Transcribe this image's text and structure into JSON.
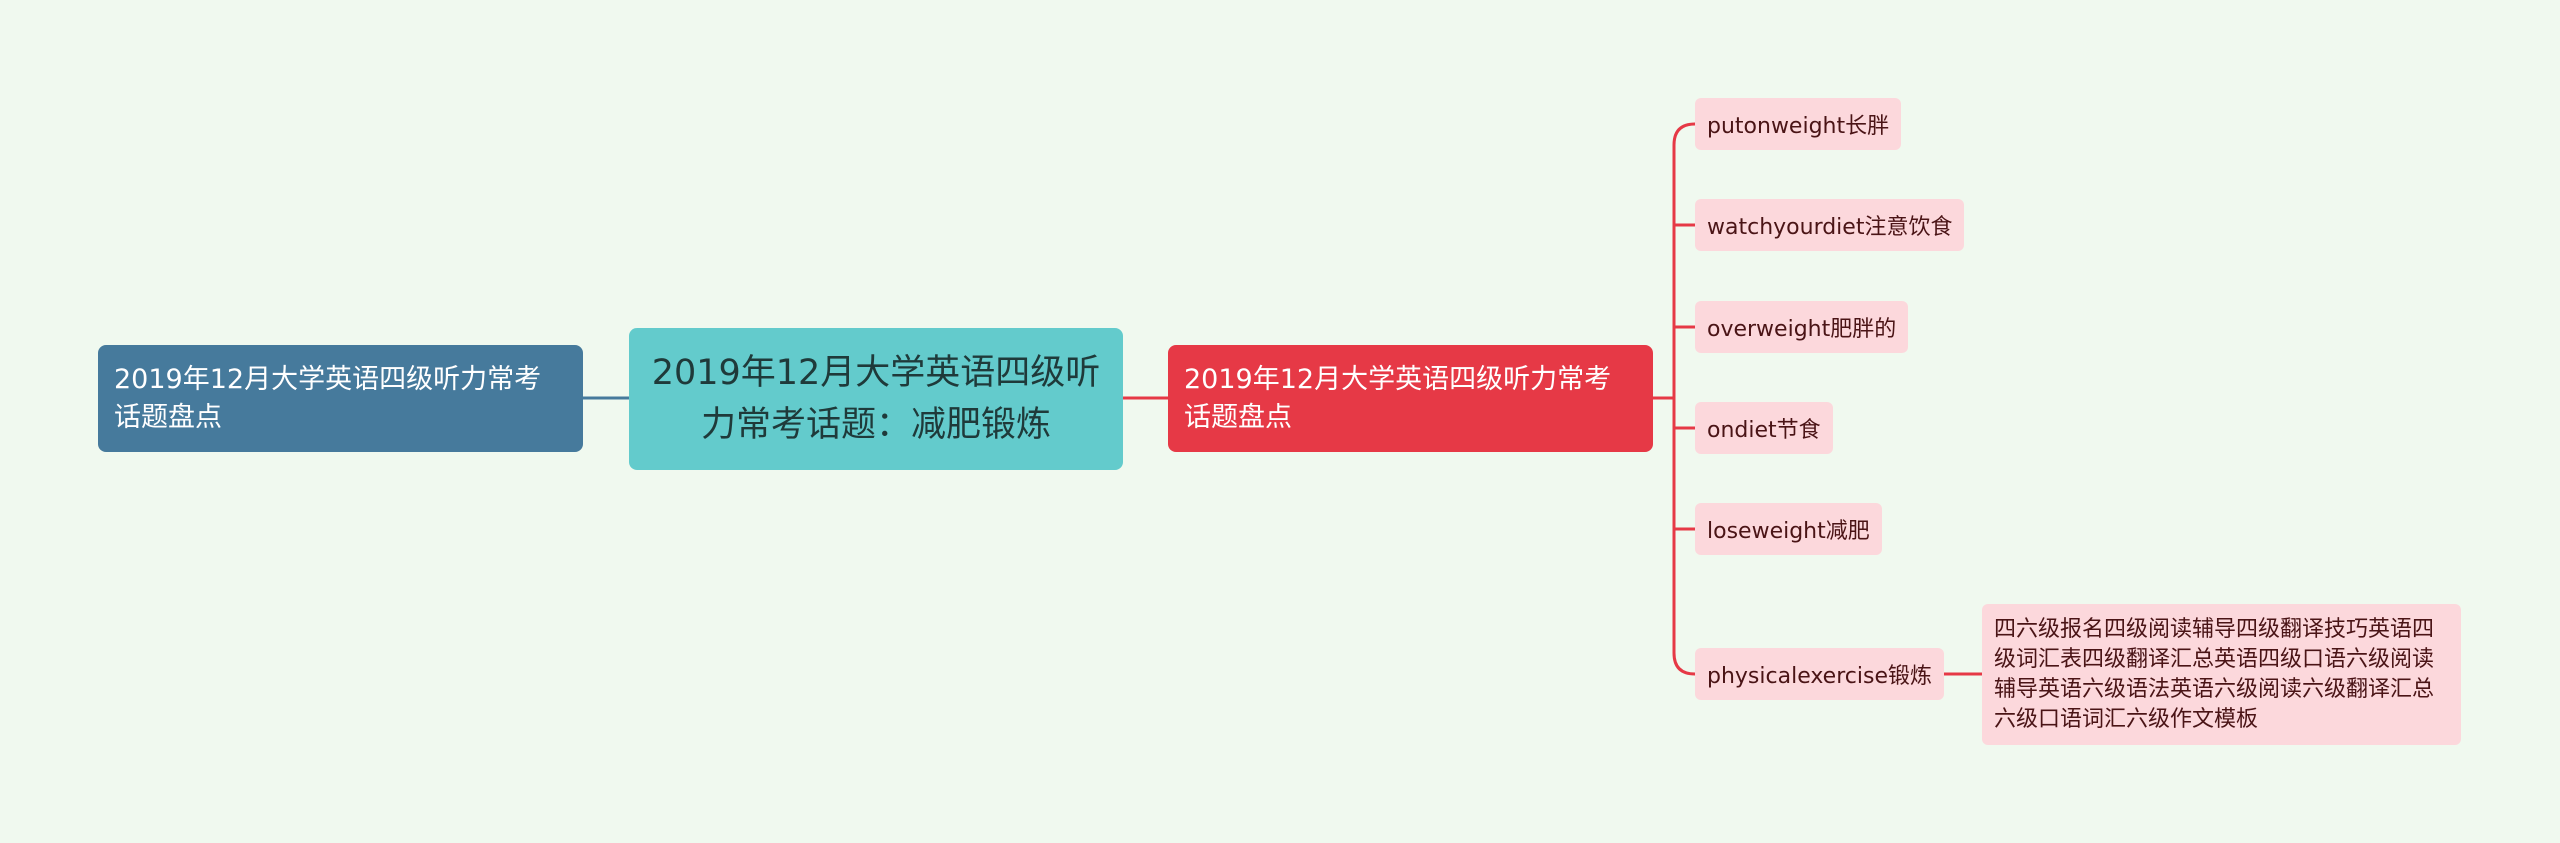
{
  "left_node": {
    "text": "2019年12月大学英语四级听力常考话题盘点"
  },
  "center_node": {
    "text": "2019年12月大学英语四级听力常考话题：减肥锻炼"
  },
  "right_node": {
    "text": "2019年12月大学英语四级听力常考话题盘点"
  },
  "leaves": [
    {
      "text": "putonweight长胖"
    },
    {
      "text": "watchyourdiet注意饮食"
    },
    {
      "text": "overweight肥胖的"
    },
    {
      "text": "ondiet节食"
    },
    {
      "text": "loseweight减肥"
    },
    {
      "text": "physicalexercise锻炼"
    }
  ],
  "detail_node": {
    "text": "四六级报名四级阅读辅导四级翻译技巧英语四级词汇表四级翻译汇总英语四级口语六级阅读辅导英语六级语法英语六级阅读六级翻译汇总六级口语词汇六级作文模板"
  },
  "colors": {
    "background": "#f0f9ef",
    "left": "#467a9c",
    "center": "#63cbcc",
    "right": "#e63946",
    "leaf": "#fcd8dc"
  }
}
